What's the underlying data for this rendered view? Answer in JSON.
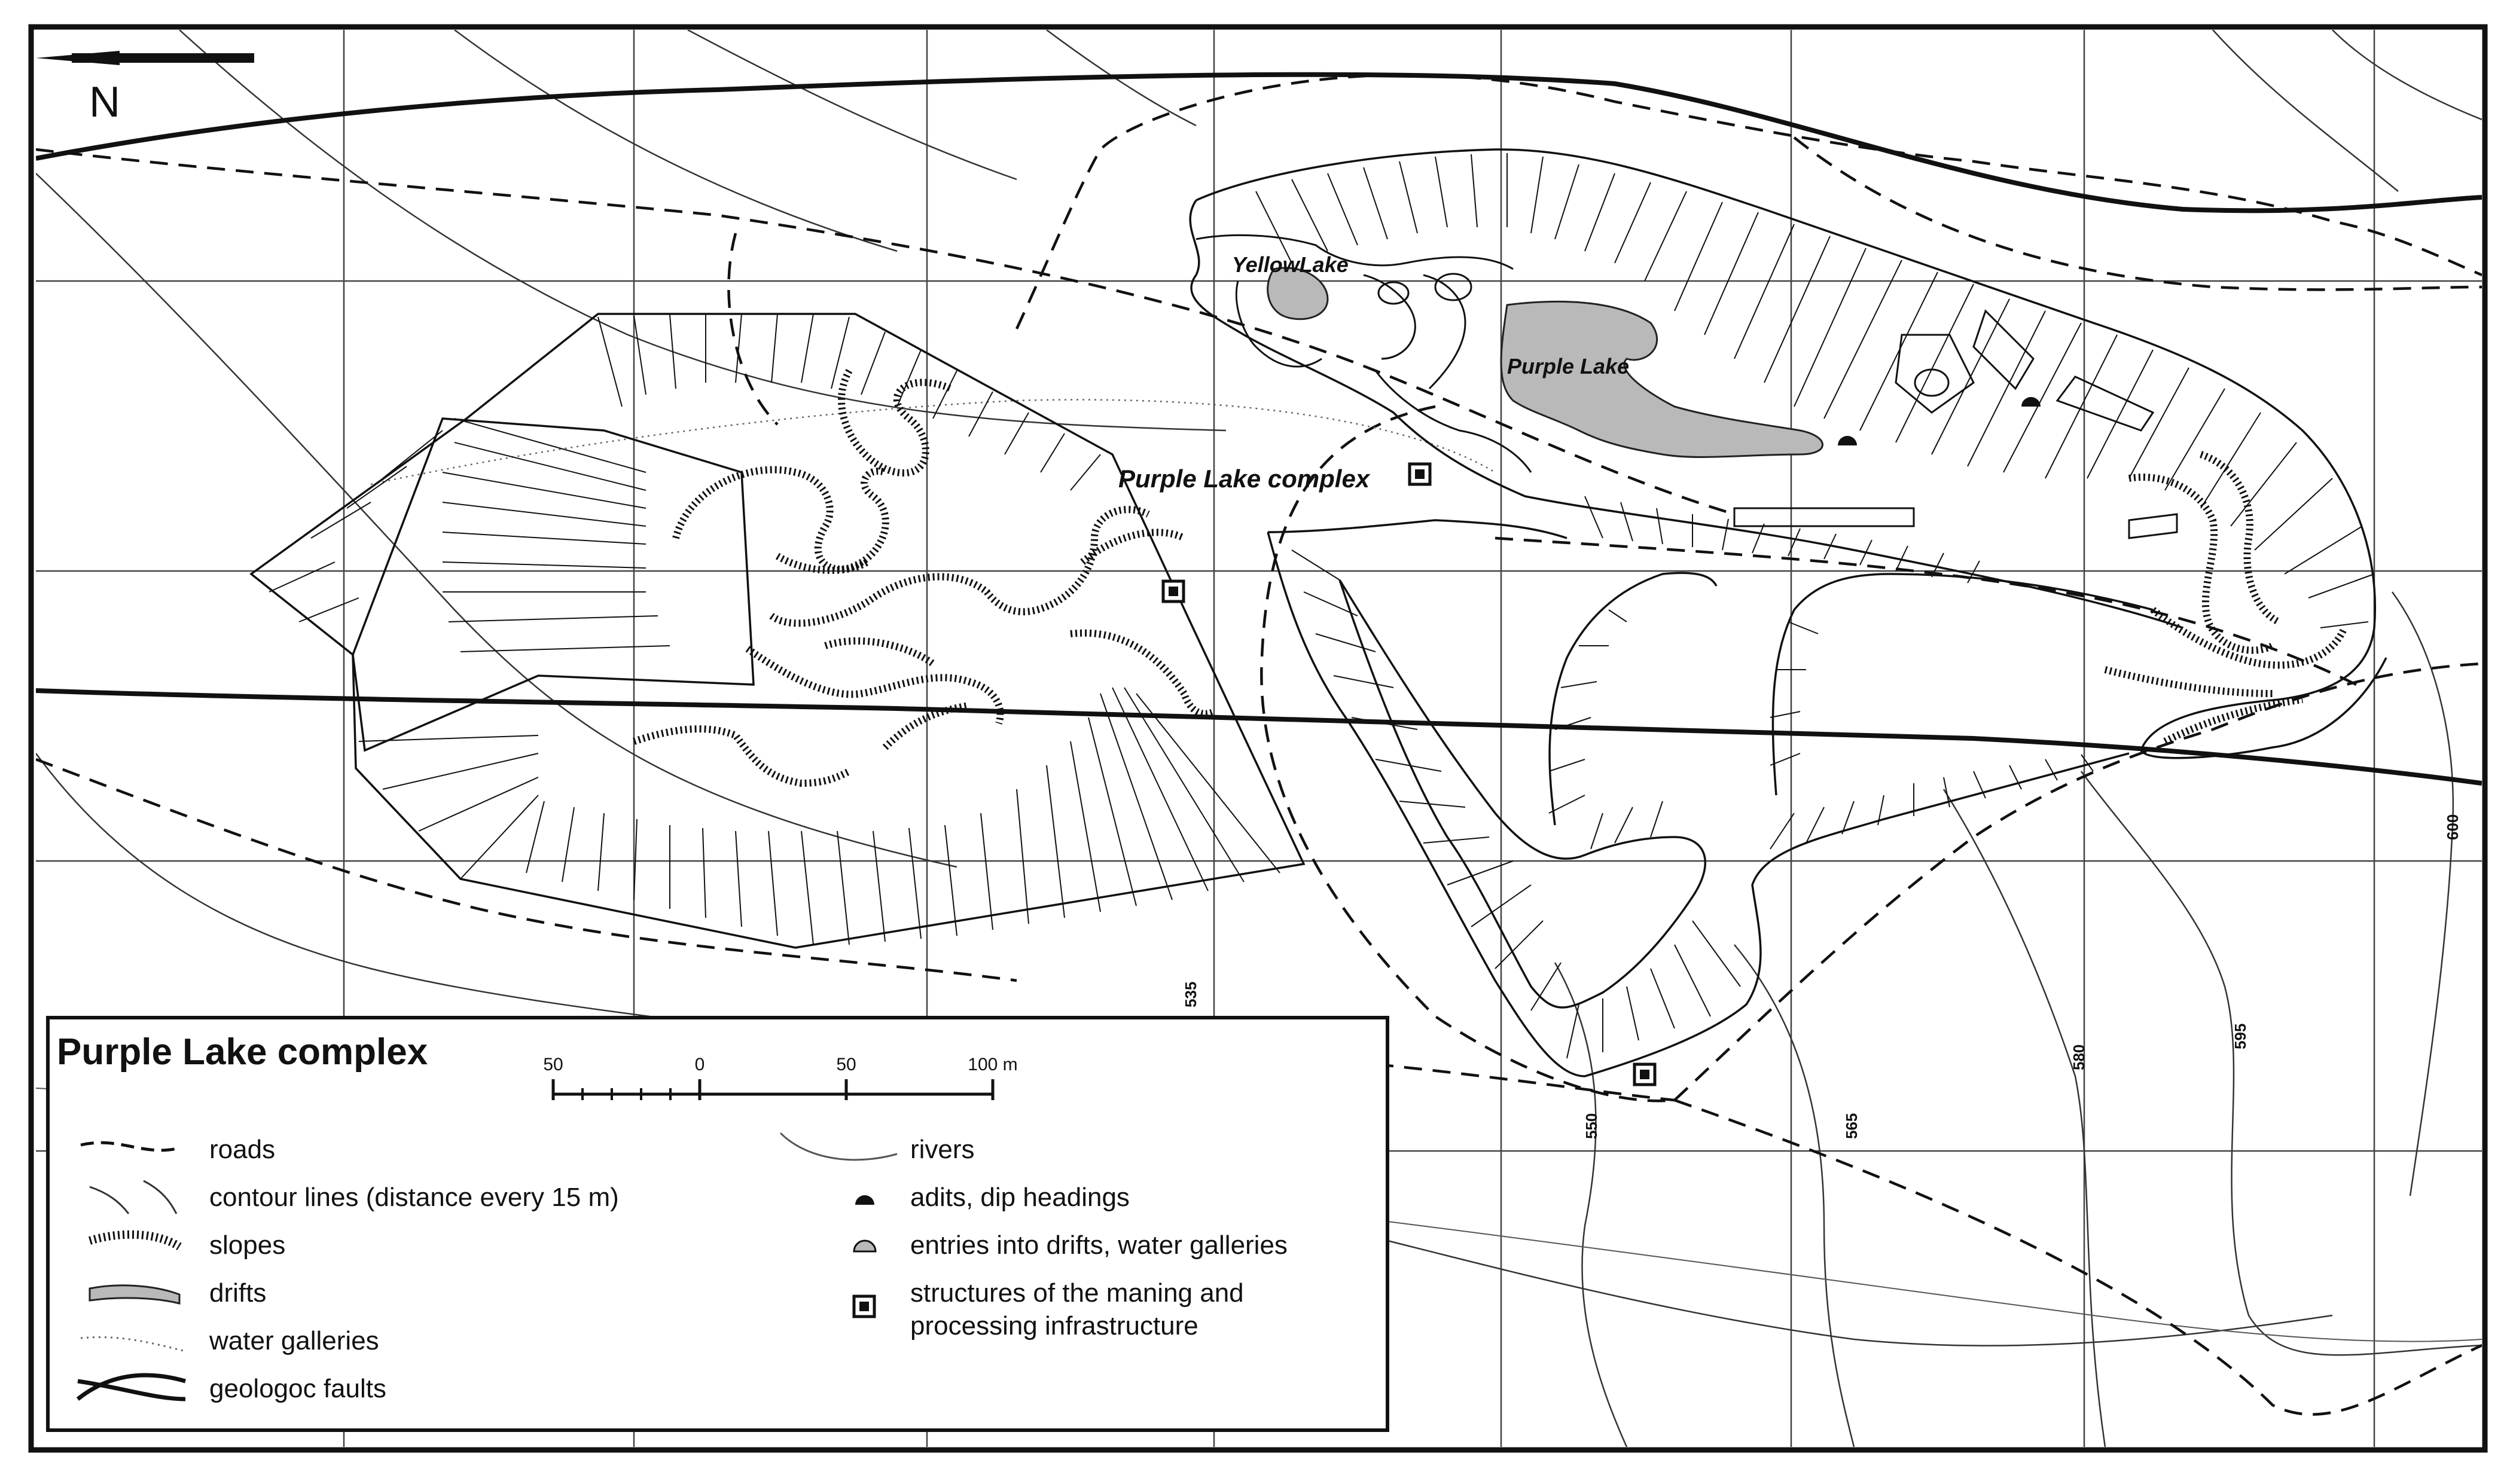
{
  "map": {
    "north_label": "N",
    "places": {
      "yellow_lake": "YellowLake",
      "purple_lake": "Purple Lake",
      "complex": "Purple Lake complex"
    },
    "contour_labels": [
      "535",
      "550",
      "565",
      "580",
      "595",
      "600"
    ]
  },
  "legend": {
    "title": "Purple Lake complex",
    "scale": {
      "ticks": [
        "50",
        "0",
        "50",
        "100 m"
      ]
    },
    "items_left": [
      {
        "icon": "road-dashed-icon",
        "label": "roads"
      },
      {
        "icon": "contour-line-icon",
        "label": "contour lines (distance every 15 m)"
      },
      {
        "icon": "slope-hatch-icon",
        "label": "slopes"
      },
      {
        "icon": "drift-icon",
        "label": "drifts"
      },
      {
        "icon": "water-gallery-dotted-icon",
        "label": "water galleries"
      },
      {
        "icon": "fault-line-icon",
        "label": "geologoc faults"
      }
    ],
    "items_right": [
      {
        "icon": "river-line-icon",
        "label": "rivers"
      },
      {
        "icon": "adit-triangle-icon",
        "label": "adits, dip headings"
      },
      {
        "icon": "entry-half-circle-icon",
        "label": "entries into drifts, water galleries"
      },
      {
        "icon": "structure-square-icon",
        "label": "structures of the maning and",
        "label2": "processing infrastructure"
      }
    ]
  },
  "colors": {
    "line": "#111111",
    "drift_fill": "#b9b9b9",
    "grid": "#444444"
  }
}
